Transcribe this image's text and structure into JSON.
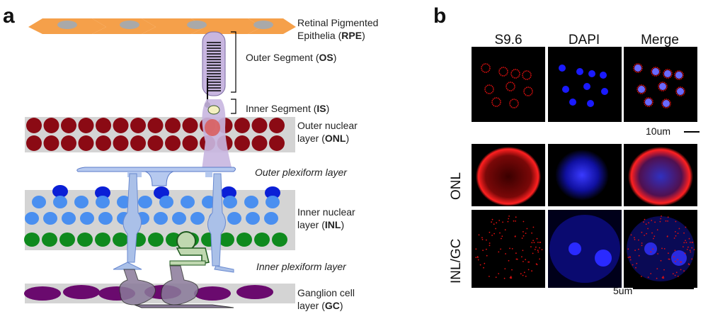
{
  "panel_a": {
    "letter": "a",
    "labels": {
      "rpe_line1": "Retinal Pigmented",
      "rpe_line2_pre": "Epithelia (",
      "rpe_abbr": "RPE",
      "rpe_line2_post": ")",
      "os_pre": "Outer Segment (",
      "os_abbr": "OS",
      "os_post": ")",
      "is_pre": "Inner Segment (",
      "is_abbr": "IS",
      "is_post": ")",
      "onl_line1": "Outer nuclear",
      "onl_line2_pre": "layer (",
      "onl_abbr": "ONL",
      "onl_line2_post": ")",
      "opl": "Outer plexiform layer",
      "inl_line1": "Inner nuclear",
      "inl_line2_pre": "layer (",
      "inl_abbr": "INL",
      "inl_line2_post": ")",
      "ipl": "Inner plexiform layer",
      "gc_line1": "Ganglion cell",
      "gc_line2_pre": "layer (",
      "gc_abbr": "GC",
      "gc_line2_post": ")"
    }
  },
  "panel_b": {
    "letter": "b",
    "columns": [
      "S9.6",
      "DAPI",
      "Merge"
    ],
    "rows": [
      "ONL",
      "INL/GC"
    ],
    "scalebar_top": "10um",
    "scalebar_bottom": "5um"
  },
  "colors": {
    "rpe": "#f5a04a",
    "onl": "#8b0a14",
    "inl_light": "#4a8ff0",
    "inl_dark": "#0a1fd6",
    "inl_green": "#0f8a1e",
    "gc": "#6a0a6e",
    "photoreceptor": "#c8b6e0",
    "s96_red": "#e01010",
    "dapi_blue": "#1a1aff"
  }
}
